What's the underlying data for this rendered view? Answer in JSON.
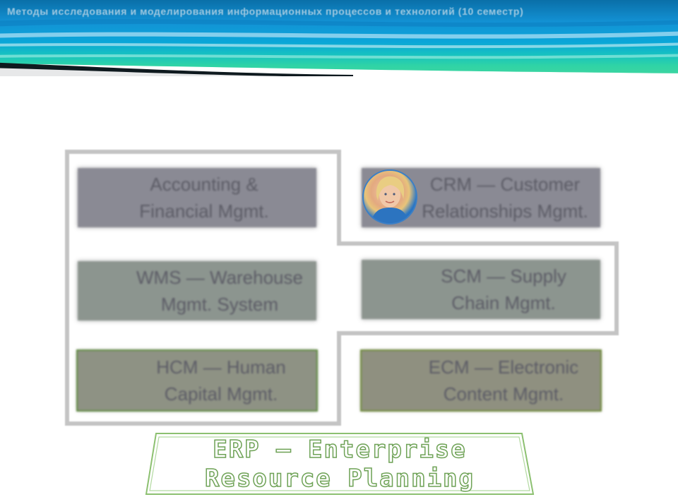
{
  "header": {
    "title": "Методы исследования и моделирования информационных процессов и технологий (10 семестр)"
  },
  "modules": [
    {
      "line1": "Accounting &",
      "line2": "Financial Mgmt."
    },
    {
      "line1": "CRM — Customer",
      "line2": "Relationships Mgmt."
    },
    {
      "line1": "WMS — Warehouse",
      "line2": "Mgmt. System"
    },
    {
      "line1": "SCM — Supply",
      "line2": "Chain Mgmt."
    },
    {
      "line1": "HCM — Human",
      "line2": "Capital Mgmt."
    },
    {
      "line1": "ECM — Electronic",
      "line2": "Content Mgmt."
    }
  ],
  "caption": {
    "line1": "ERP — Enterprise",
    "line2": "Resource Planning"
  },
  "colors": {
    "frame": "#c4c4c4",
    "caption_outline": "#6ea256",
    "green_border": "#5e8a3e"
  },
  "icons": {
    "avatar": "person-photo-icon"
  }
}
